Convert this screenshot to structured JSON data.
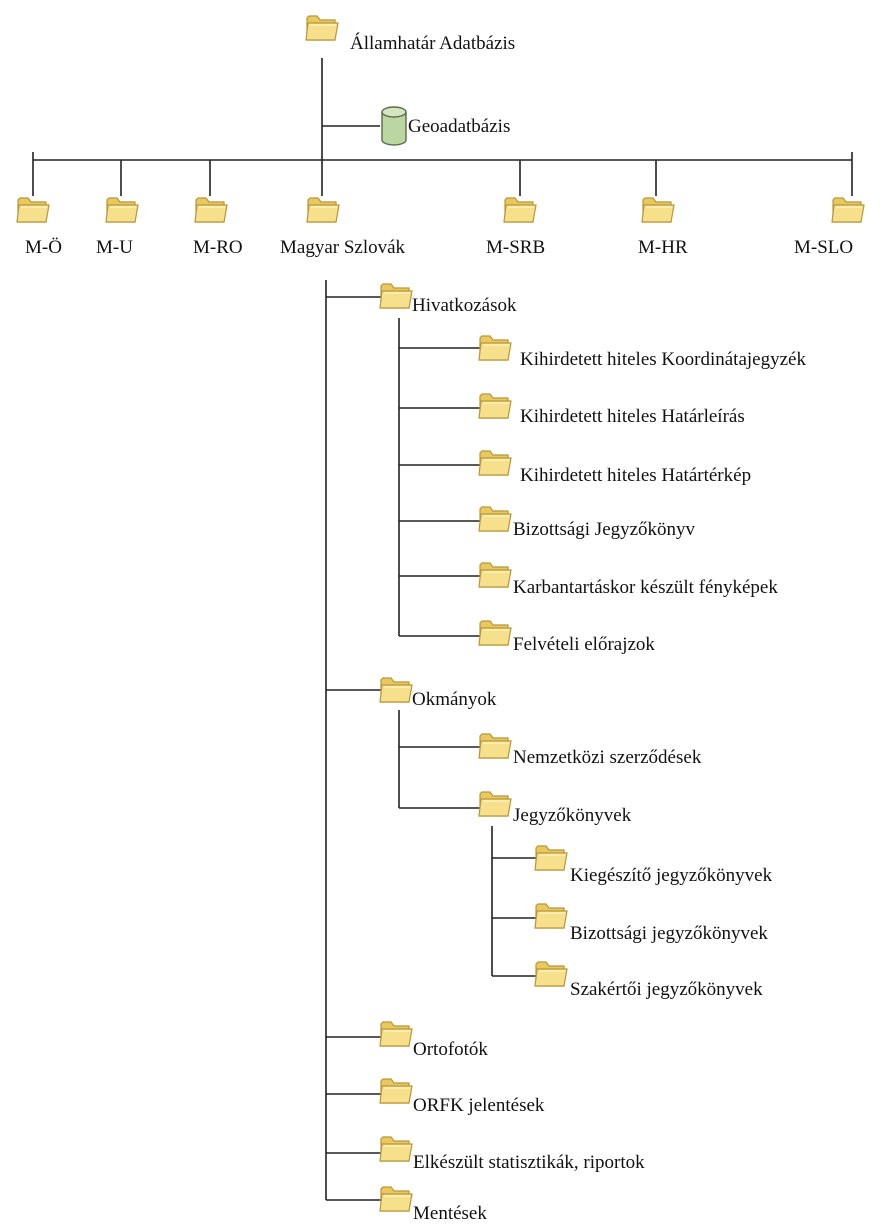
{
  "root": {
    "label": "Államhatár Adatbázis",
    "icon": "folder-icon"
  },
  "geodatabase": {
    "label": "Geoadatbázis",
    "icon": "database-cylinder-icon"
  },
  "branches": [
    {
      "label": "M-Ö",
      "icon": "folder-icon"
    },
    {
      "label": "M-U",
      "icon": "folder-icon"
    },
    {
      "label": "M-RO",
      "icon": "folder-icon"
    },
    {
      "label": "Magyar Szlovák",
      "icon": "folder-icon"
    },
    {
      "label": "M-SRB",
      "icon": "folder-icon"
    },
    {
      "label": "M-HR",
      "icon": "folder-icon"
    },
    {
      "label": "M-SLO",
      "icon": "folder-icon"
    }
  ],
  "hivatkozasok": {
    "label": "Hivatkozások",
    "children": [
      "Kihirdetett hiteles Koordinátajegyzék",
      "Kihirdetett hiteles Határleírás",
      "Kihirdetett hiteles Határtérkép",
      "Bizottsági Jegyzőkönyv",
      "Karbantartáskor készült fényképek",
      "Felvételi előrajzok"
    ]
  },
  "okmanyok": {
    "label": "Okmányok",
    "children": [
      "Nemzetközi szerződések",
      "Jegyzőkönyvek"
    ],
    "jegyzokonyvek_children": [
      "Kiegészítő jegyzőkönyvek",
      "Bizottsági jegyzőkönyvek",
      "Szakértői jegyzőkönyvek"
    ]
  },
  "other_folders": [
    "Ortofotók",
    "ORFK jelentések",
    "Elkészült statisztikák, riportok",
    "Mentések"
  ],
  "colors": {
    "folder_fill": "#f5dc7a",
    "folder_edge": "#b8963a",
    "folder_front": "#fae79a",
    "db_fill": "#bcd6a2",
    "db_edge": "#5a6a4a",
    "line": "#222222"
  }
}
